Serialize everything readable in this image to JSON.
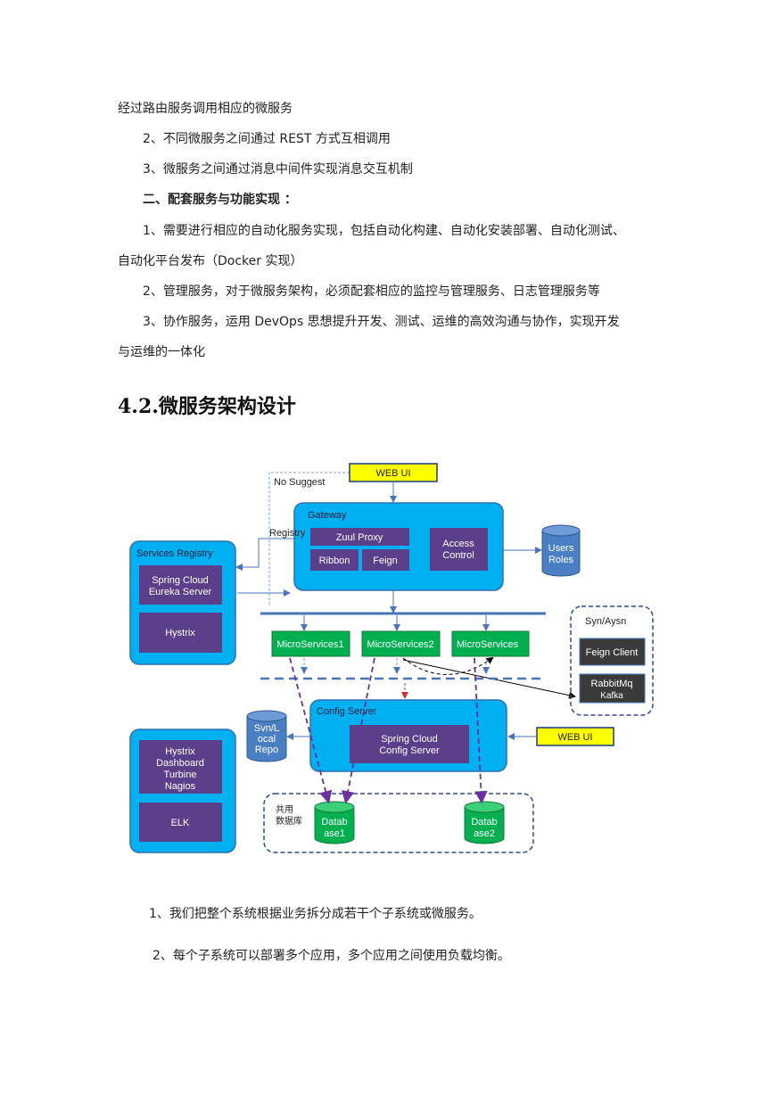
{
  "paragraphs": [
    "经过路由服务调用相应的微服务",
    "2、不同微服务之间通过 REST 方式互相调用",
    "3、微服务之间通过消息中间件实现消息交互机制",
    "二、配套服务与功能实现 ：",
    "1、需要进行相应的自动化服务实现，包括自动化构建、自动化安装部署、自动化测试、",
    "自动化平台发布（Docker 实现）",
    "2、管理服务，对于微服务架构，必须配套相应的监控与管理服务、日志管理服务等",
    "3、协作服务，运用 DevOps 思想提升开发、测试、运维的高效沟通与协作，实现开发",
    "与运维的一体化"
  ],
  "section_heading": "4.2.微服务架构设计",
  "diagram": {
    "web_ui_top": "WEB UI",
    "no_suggest": "No Suggest",
    "gateway": "Gateway",
    "registry_label": "Registry",
    "zuul_proxy": "Zuul Proxy",
    "ribbon": "Ribbon",
    "feign": "Feign",
    "access_control_1": "Access",
    "access_control_2": "Control",
    "users_roles_1": "Users",
    "users_roles_2": "Roles",
    "services_registry": "Services Registry",
    "spring_cloud_eureka_1": "Spring Cloud",
    "spring_cloud_eureka_2": "Eureka Server",
    "hystrix": "Hystrix",
    "microservices1": "MicroServices1",
    "microservices2": "MicroServices2",
    "microservices3": "MicroServices",
    "syn_aysn": "Syn/Aysn",
    "feign_client": "Feign Client",
    "rabbitmq": "RabbitMq",
    "kafka": "Kafka",
    "config_server": "Config Server",
    "spring_cloud_config_1": "Spring Cloud",
    "spring_cloud_config_2": "Config Server",
    "web_ui_right": "WEB UI",
    "svn_repo_1": "Svn/L",
    "svn_repo_2": "ocal",
    "svn_repo_3": "Repo",
    "monitor_1": "Hystrix",
    "monitor_2": "Dashboard",
    "monitor_3": "Turbine",
    "monitor_4": "Nagios",
    "elk": "ELK",
    "shared_db_1": "共用",
    "shared_db_2": "数据库",
    "database1_1": "Datab",
    "database1_2": "ase1",
    "database2_1": "Datab",
    "database2_2": "ase2"
  },
  "notes": [
    "1、我们把整个系统根据业务拆分成若干个子系统或微服务。",
    "2、每个子系统可以部署多个应用，多个应用之间使用负载均衡。"
  ]
}
